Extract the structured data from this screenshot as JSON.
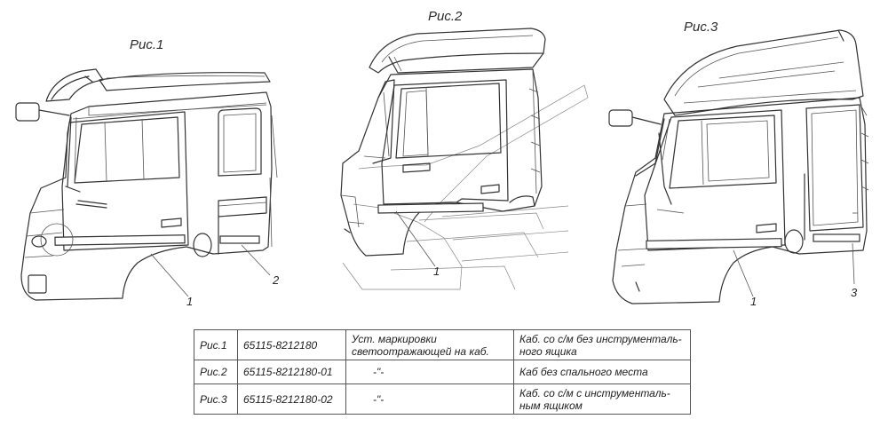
{
  "figures": [
    {
      "label": "Рис.1",
      "callouts": [
        "1",
        "2"
      ]
    },
    {
      "label": "Рис.2",
      "callouts": [
        "1"
      ]
    },
    {
      "label": "Рис.3",
      "callouts": [
        "1",
        "3"
      ]
    }
  ],
  "legend": {
    "rows": [
      {
        "fig": "Рис.1",
        "code": "65115-8212180",
        "desc": "Уст. маркировки светоотражающей на каб.",
        "note": "Каб. со с/м без инструменталь-ного ящика"
      },
      {
        "fig": "Рис.2",
        "code": "65115-8212180-01",
        "desc": "-\"-",
        "note": "Каб без спального места"
      },
      {
        "fig": "Рис.3",
        "code": "65115-8212180-02",
        "desc": "-\"-",
        "note": "Каб. со с/м с инструменталь-ным ящиком"
      }
    ]
  }
}
